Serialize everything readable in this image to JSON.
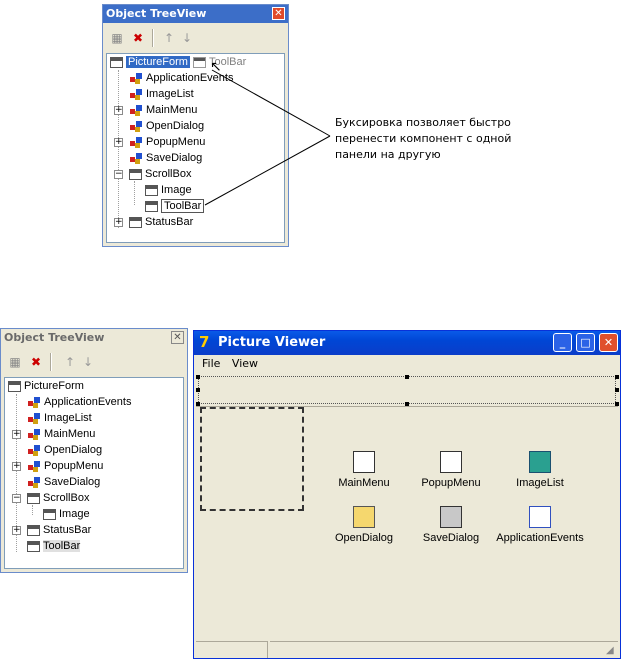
{
  "panel_title": "Object TreeView",
  "close_glyph": "✕",
  "top_tree": {
    "nodes": [
      {
        "label": "PictureForm"
      },
      {
        "label": "ToolBar"
      },
      {
        "label": "ApplicationEvents"
      },
      {
        "label": "ImageList"
      },
      {
        "label": "MainMenu"
      },
      {
        "label": "OpenDialog"
      },
      {
        "label": "PopupMenu"
      },
      {
        "label": "SaveDialog"
      },
      {
        "label": "ScrollBox"
      },
      {
        "label": "Image"
      },
      {
        "label": "ToolBar"
      },
      {
        "label": "StatusBar"
      }
    ]
  },
  "callout_text": "Буксировка позволяет быстро перенести компонент с одной панели на другую",
  "bottom_tree": {
    "nodes": [
      {
        "label": "PictureForm"
      },
      {
        "label": "ApplicationEvents"
      },
      {
        "label": "ImageList"
      },
      {
        "label": "MainMenu"
      },
      {
        "label": "OpenDialog"
      },
      {
        "label": "PopupMenu"
      },
      {
        "label": "SaveDialog"
      },
      {
        "label": "ScrollBox"
      },
      {
        "label": "Image"
      },
      {
        "label": "StatusBar"
      },
      {
        "label": "ToolBar"
      }
    ]
  },
  "viewer": {
    "title": "Picture Viewer",
    "menu": [
      "File",
      "View"
    ],
    "components": [
      {
        "label": "MainMenu",
        "icon": "main-menu-icon"
      },
      {
        "label": "PopupMenu",
        "icon": "popup-menu-icon"
      },
      {
        "label": "ImageList",
        "icon": "image-list-icon"
      },
      {
        "label": "OpenDialog",
        "icon": "open-dialog-icon"
      },
      {
        "label": "SaveDialog",
        "icon": "save-dialog-icon"
      },
      {
        "label": "ApplicationEvents",
        "icon": "application-events-icon"
      }
    ]
  }
}
